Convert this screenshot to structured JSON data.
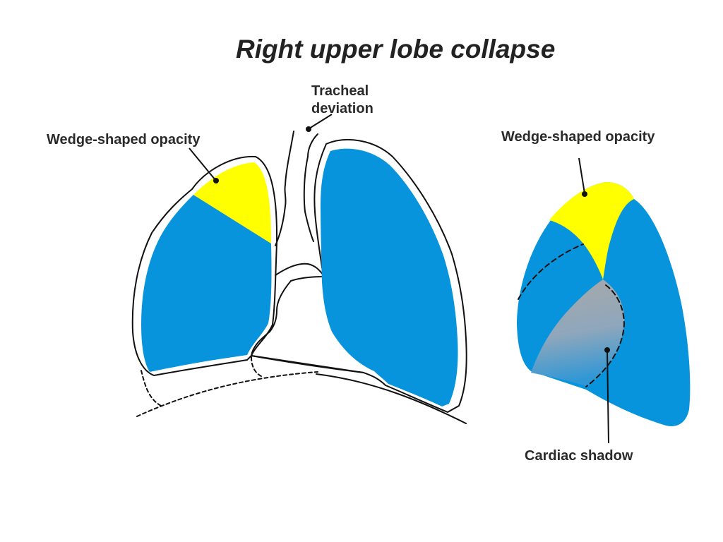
{
  "title": "Right upper lobe collapse",
  "labels": {
    "tracheal_line1": "Tracheal",
    "tracheal_line2": "deviation",
    "wedge_frontal": "Wedge-shaped opacity",
    "wedge_lateral": "Wedge-shaped opacity",
    "cardiac_shadow": "Cardiac shadow"
  },
  "colors": {
    "lung": "#0894DC",
    "opacity": "#FFFF00",
    "cardiac_shadow_top": "#A8A8A8",
    "outline": "#111111",
    "text": "#2a2a2a"
  }
}
